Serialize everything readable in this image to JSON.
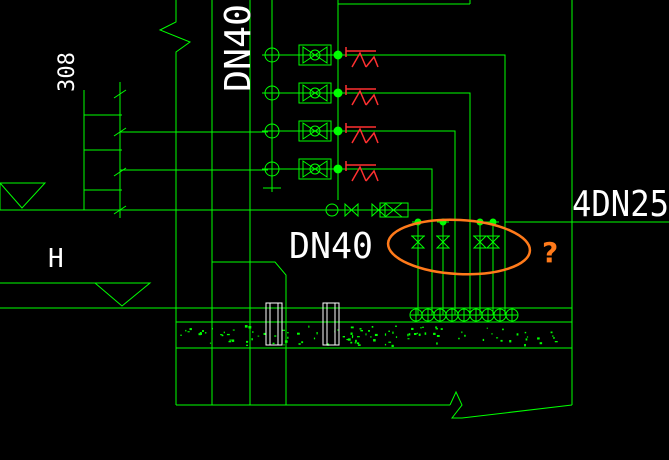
{
  "drawing": {
    "background": "#000000",
    "line_color": "#00ff00",
    "accent_color": "#ff3030",
    "markup_color": "#ff7a1a",
    "labels": {
      "dn40_vertical": "DN40",
      "dn40_lower": "DN40",
      "dn25": "4DN25",
      "dim_308": "308",
      "level_h": "H",
      "question_mark": "?"
    }
  }
}
